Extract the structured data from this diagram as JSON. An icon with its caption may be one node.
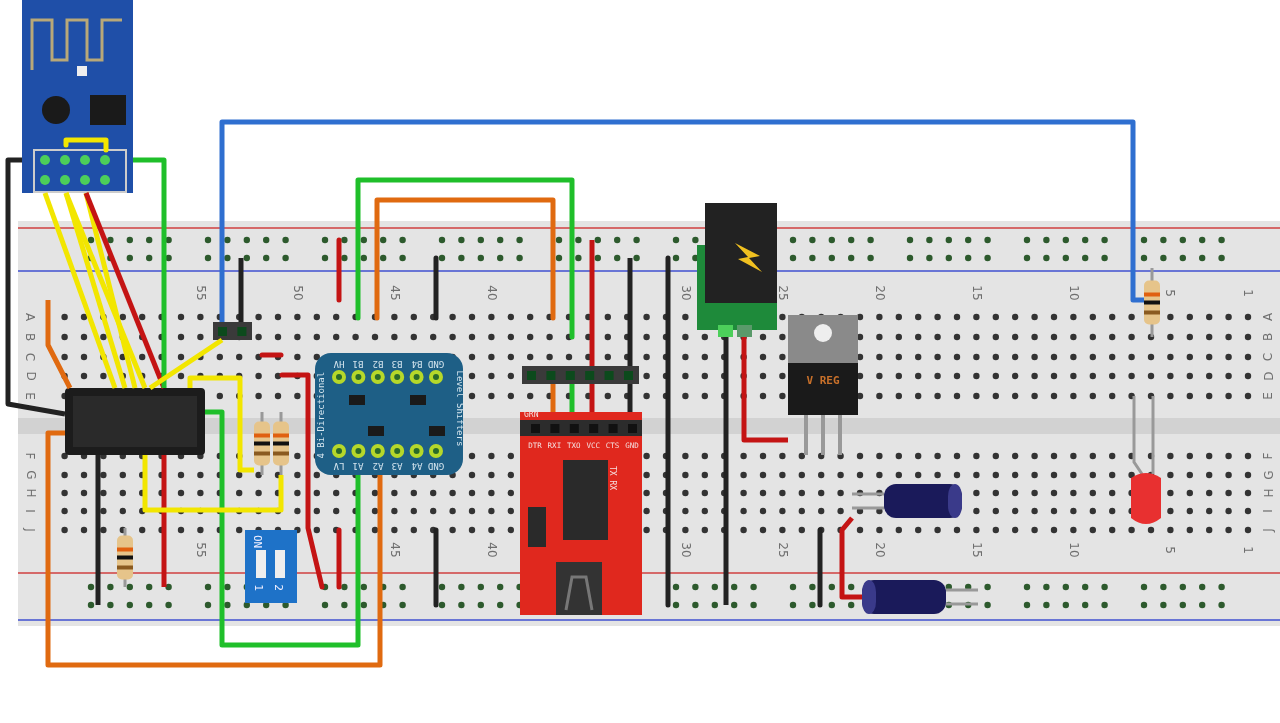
{
  "diagram": {
    "nodes": [
      {
        "text": [],
        "shape": "picture"
      },
      {
        "text": [
          "4 Bi-Directional",
          "Level Shifters",
          "HV",
          "B1",
          "B2",
          "B3",
          "B4",
          "GND",
          "LV",
          "A1",
          "A2",
          "A3",
          "A4",
          "GND"
        ]
      },
      {
        "text": [
          "GRN",
          "DTR",
          "RXI",
          "TXO",
          "VCC",
          "CTS",
          "GND",
          "TX RX"
        ]
      },
      {
        "text": [
          "V REG"
        ]
      },
      {
        "text": [
          "ON",
          "1",
          "2"
        ]
      },
      {
        "text": [],
        "shape": "box"
      },
      {
        "text": [],
        "shape": "box"
      },
      {
        "text": [],
        "shape": "box"
      },
      {
        "text": [],
        "shape": "resistor"
      },
      {
        "text": [],
        "shape": "resistor"
      },
      {
        "text": [],
        "shape": "resistor"
      },
      {
        "text": [],
        "shape": "picture"
      },
      {
        "text": [],
        "shape": "resistor"
      },
      {
        "text": [],
        "shape": "capacitor"
      },
      {
        "text": [],
        "shape": "capacitor"
      }
    ],
    "edges": [
      {
        "from": 0,
        "to": 5,
        "arrow": "none",
        "color": "#222222"
      },
      {
        "from": 0,
        "to": 5,
        "arrow": "none",
        "color": "#f2e600"
      },
      {
        "from": 0,
        "to": 5,
        "arrow": "none",
        "color": "#f2e600"
      },
      {
        "from": 0,
        "to": 5,
        "arrow": "none",
        "color": "#f2e600"
      },
      {
        "from": 0,
        "to": 5,
        "arrow": "none",
        "color": "#f2e600"
      },
      {
        "from": 0,
        "to": 5,
        "arrow": "none",
        "color": "#c41414"
      },
      {
        "from": 0,
        "to": 5,
        "arrow": "none",
        "color": "#1fbf2a"
      },
      {
        "from": 6,
        "to": 10,
        "arrow": "none",
        "color": "#2f6fd0"
      },
      {
        "from": null,
        "to": 6,
        "arrow": "none",
        "color": "#222222"
      },
      {
        "from": 5,
        "to": null,
        "arrow": "none",
        "color": "#222222"
      },
      {
        "from": 5,
        "to": null,
        "arrow": "none",
        "color": "#c41414"
      },
      {
        "from": null,
        "to": 5,
        "arrow": "none",
        "color": "#e06a10"
      },
      {
        "from": 5,
        "to": 1,
        "arrow": "none",
        "color": "#e06a10"
      },
      {
        "from": 5,
        "to": 1,
        "arrow": "none",
        "color": "#1fbf2a"
      },
      {
        "from": 5,
        "to": 6,
        "arrow": "none",
        "color": "#f2e600"
      },
      {
        "from": 5,
        "to": 8,
        "arrow": "none",
        "color": "#f2e600"
      },
      {
        "from": 5,
        "to": 9,
        "arrow": "none",
        "color": "#f2e600"
      },
      {
        "from": 11,
        "to": null,
        "arrow": "none",
        "color": "#222222"
      },
      {
        "from": 11,
        "to": 3,
        "arrow": "none",
        "color": "#c41414"
      },
      {
        "from": 7,
        "to": 2,
        "arrow": "none",
        "color": "#e06a10"
      },
      {
        "from": 7,
        "to": 2,
        "arrow": "none",
        "color": "#1fbf2a"
      },
      {
        "from": 7,
        "to": 2,
        "arrow": "none",
        "color": "#c41414"
      },
      {
        "from": 7,
        "to": 2,
        "arrow": "none",
        "color": "#222222"
      },
      {
        "from": null,
        "to": 7,
        "arrow": "none",
        "color": "#c41414"
      },
      {
        "from": null,
        "to": 7,
        "arrow": "none",
        "color": "#222222"
      },
      {
        "from": 13,
        "to": 14,
        "arrow": "none",
        "color": "#c41414"
      }
    ],
    "labels": [
      "55",
      "50",
      "45",
      "40",
      "30",
      "25",
      "20",
      "15",
      "10",
      "5",
      "1",
      "A",
      "B",
      "C",
      "D",
      "E",
      "A",
      "B",
      "C",
      "D",
      "E",
      "F",
      "G",
      "H",
      "I",
      "J",
      "F",
      "G",
      "H",
      "I",
      "J",
      "55",
      "45",
      "40",
      "30",
      "25",
      "20",
      "15",
      "10",
      "5",
      "1"
    ]
  }
}
